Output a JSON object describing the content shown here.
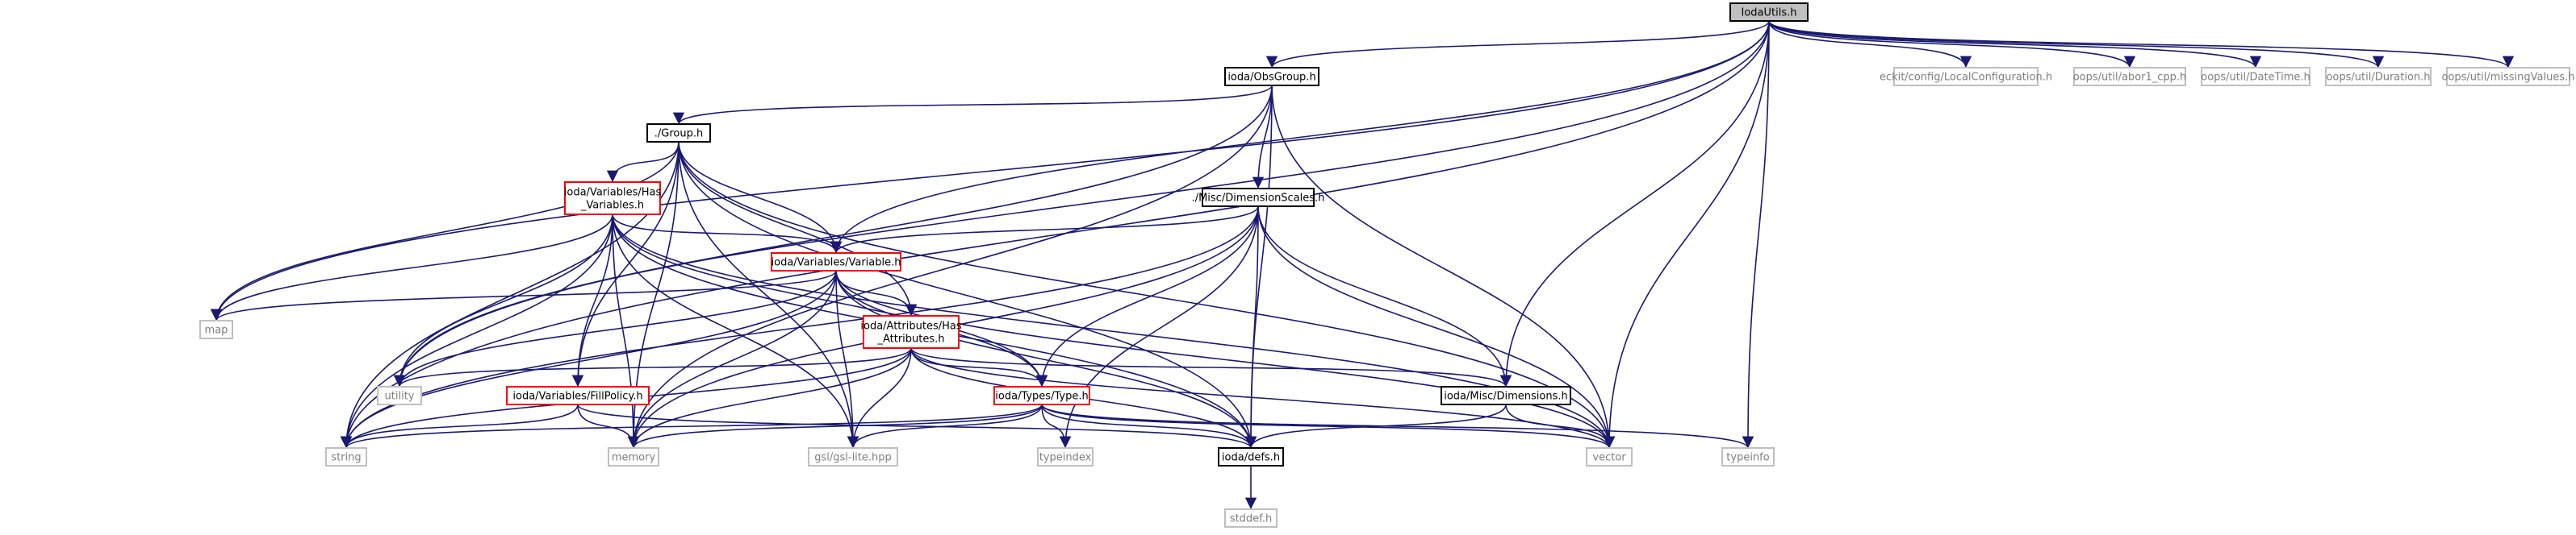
{
  "diagram": {
    "type": "include-dependency-graph",
    "root": "IodaUtils.h",
    "colors": {
      "root_fill": "#bfbfbf",
      "root_border": "#000000",
      "local_border": "#000000",
      "expandable_border": "#ff0000",
      "system_border": "#bfbfbf",
      "system_text": "#7f7f7f",
      "edge": "#191970"
    },
    "nodes": [
      {
        "id": "iodautils",
        "label": "IodaUtils.h",
        "kind": "root"
      },
      {
        "id": "obsgroup",
        "label": "ioda/ObsGroup.h",
        "kind": "local"
      },
      {
        "id": "localconf",
        "label": "eckit/config/LocalConfiguration.h",
        "kind": "system"
      },
      {
        "id": "abort1",
        "label": "oops/util/abor1_cpp.h",
        "kind": "system"
      },
      {
        "id": "datetime",
        "label": "oops/util/DateTime.h",
        "kind": "system"
      },
      {
        "id": "duration",
        "label": "oops/util/Duration.h",
        "kind": "system"
      },
      {
        "id": "missing",
        "label": "oops/util/missingValues.h",
        "kind": "system"
      },
      {
        "id": "group",
        "label": "./Group.h",
        "kind": "local"
      },
      {
        "id": "dimscales",
        "label": "./Misc/DimensionScales.h",
        "kind": "local"
      },
      {
        "id": "hasvars",
        "label": "ioda/Variables/Has\n_Variables.h",
        "kind": "expandable"
      },
      {
        "id": "variable",
        "label": "ioda/Variables/Variable.h",
        "kind": "expandable"
      },
      {
        "id": "hasattrs",
        "label": "ioda/Attributes/Has\n_Attributes.h",
        "kind": "expandable"
      },
      {
        "id": "map",
        "label": "map",
        "kind": "system"
      },
      {
        "id": "utility",
        "label": "utility",
        "kind": "system"
      },
      {
        "id": "fillpolicy",
        "label": "ioda/Variables/FillPolicy.h",
        "kind": "expandable"
      },
      {
        "id": "types",
        "label": "ioda/Types/Type.h",
        "kind": "expandable"
      },
      {
        "id": "dimensions",
        "label": "ioda/Misc/Dimensions.h",
        "kind": "local"
      },
      {
        "id": "string",
        "label": "string",
        "kind": "system"
      },
      {
        "id": "memory",
        "label": "memory",
        "kind": "system"
      },
      {
        "id": "gsl",
        "label": "gsl/gsl-lite.hpp",
        "kind": "system"
      },
      {
        "id": "typeindex",
        "label": "typeindex",
        "kind": "system"
      },
      {
        "id": "defs",
        "label": "ioda/defs.h",
        "kind": "local"
      },
      {
        "id": "vector",
        "label": "vector",
        "kind": "system"
      },
      {
        "id": "typeinfo",
        "label": "typeinfo",
        "kind": "system"
      },
      {
        "id": "stddef",
        "label": "stddef.h",
        "kind": "system"
      }
    ],
    "edges": [
      [
        "iodautils",
        "obsgroup"
      ],
      [
        "iodautils",
        "localconf"
      ],
      [
        "iodautils",
        "abort1"
      ],
      [
        "iodautils",
        "datetime"
      ],
      [
        "iodautils",
        "duration"
      ],
      [
        "iodautils",
        "missing"
      ],
      [
        "iodautils",
        "string"
      ],
      [
        "iodautils",
        "map"
      ],
      [
        "iodautils",
        "utility"
      ],
      [
        "iodautils",
        "variable"
      ],
      [
        "iodautils",
        "dimensions"
      ],
      [
        "iodautils",
        "vector"
      ],
      [
        "iodautils",
        "typeinfo"
      ],
      [
        "obsgroup",
        "group"
      ],
      [
        "obsgroup",
        "dimscales"
      ],
      [
        "obsgroup",
        "memory"
      ],
      [
        "obsgroup",
        "utility"
      ],
      [
        "obsgroup",
        "defs"
      ],
      [
        "obsgroup",
        "vector"
      ],
      [
        "group",
        "hasvars"
      ],
      [
        "group",
        "variable"
      ],
      [
        "group",
        "hasattrs"
      ],
      [
        "group",
        "map"
      ],
      [
        "group",
        "string"
      ],
      [
        "group",
        "memory"
      ],
      [
        "group",
        "gsl"
      ],
      [
        "group",
        "fillpolicy"
      ],
      [
        "group",
        "defs"
      ],
      [
        "group",
        "vector"
      ],
      [
        "dimscales",
        "variable"
      ],
      [
        "dimscales",
        "types"
      ],
      [
        "dimscales",
        "dimensions"
      ],
      [
        "dimscales",
        "typeindex"
      ],
      [
        "dimscales",
        "defs"
      ],
      [
        "dimscales",
        "vector"
      ],
      [
        "dimscales",
        "memory"
      ],
      [
        "dimscales",
        "string"
      ],
      [
        "hasvars",
        "variable"
      ],
      [
        "hasvars",
        "map"
      ],
      [
        "hasvars",
        "utility"
      ],
      [
        "hasvars",
        "string"
      ],
      [
        "hasvars",
        "memory"
      ],
      [
        "hasvars",
        "gsl"
      ],
      [
        "hasvars",
        "fillpolicy"
      ],
      [
        "hasvars",
        "types"
      ],
      [
        "hasvars",
        "defs"
      ],
      [
        "hasvars",
        "vector"
      ],
      [
        "variable",
        "hasattrs"
      ],
      [
        "variable",
        "map"
      ],
      [
        "variable",
        "utility"
      ],
      [
        "variable",
        "string"
      ],
      [
        "variable",
        "memory"
      ],
      [
        "variable",
        "gsl"
      ],
      [
        "variable",
        "types"
      ],
      [
        "variable",
        "defs"
      ],
      [
        "variable",
        "vector"
      ],
      [
        "hasattrs",
        "utility"
      ],
      [
        "hasattrs",
        "string"
      ],
      [
        "hasattrs",
        "memory"
      ],
      [
        "hasattrs",
        "gsl"
      ],
      [
        "hasattrs",
        "types"
      ],
      [
        "hasattrs",
        "dimensions"
      ],
      [
        "hasattrs",
        "defs"
      ],
      [
        "hasattrs",
        "vector"
      ],
      [
        "fillpolicy",
        "string"
      ],
      [
        "fillpolicy",
        "memory"
      ],
      [
        "fillpolicy",
        "defs"
      ],
      [
        "types",
        "string"
      ],
      [
        "types",
        "memory"
      ],
      [
        "types",
        "gsl"
      ],
      [
        "types",
        "typeindex"
      ],
      [
        "types",
        "defs"
      ],
      [
        "types",
        "vector"
      ],
      [
        "types",
        "typeinfo"
      ],
      [
        "dimensions",
        "defs"
      ],
      [
        "dimensions",
        "vector"
      ],
      [
        "defs",
        "stddef"
      ]
    ]
  }
}
